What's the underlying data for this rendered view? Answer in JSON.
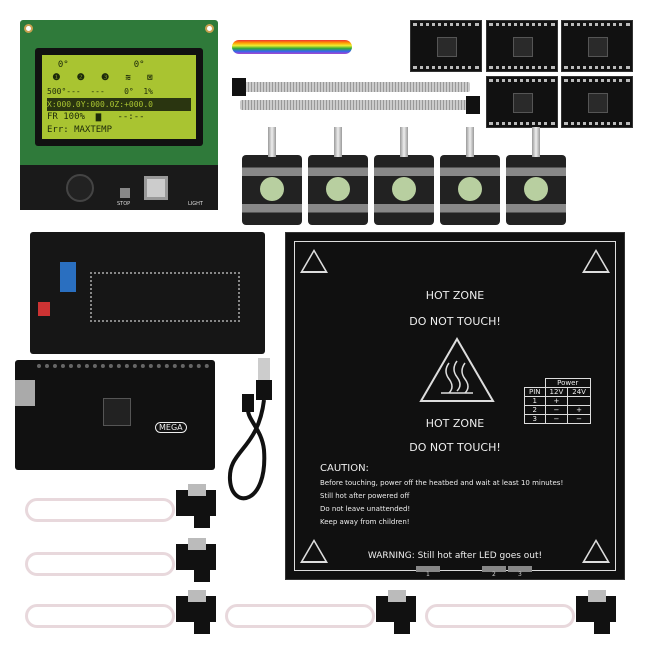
{
  "lcd": {
    "line1": "  0°            0°",
    "line2": " ❶   ❷   ❸   ≋   ⊠",
    "line3": "500°---  ---    0°  1%",
    "coords": "X:000.0Y:000.0Z:+000.0",
    "line5": "FR 100%  ▆   --:--",
    "error": "Err: MAXTEMP",
    "stop_label": "STOP",
    "light_label": "LIGHT"
  },
  "heatbed": {
    "hot_zone": "HOT ZONE",
    "do_not_touch": "DO NOT TOUCH!",
    "caution_title": "CAUTION:",
    "caution_lines": [
      "Before touching, power off the heatbed and wait at least 10 minutes!",
      "Still hot after powered off",
      "Do not leave unattended!",
      "Keep away from children!"
    ],
    "warning": "WARNING: Still hot after LED goes out!",
    "power_table": {
      "header": "Power",
      "columns": [
        "PIN",
        "12V",
        "24V"
      ],
      "rows": [
        [
          "1",
          "+",
          ""
        ],
        [
          "2",
          "−",
          "+"
        ],
        [
          "3",
          "−",
          "−"
        ]
      ]
    },
    "pin_labels": [
      "1",
      "2",
      "3"
    ]
  },
  "mega": {
    "label": "MEGA"
  },
  "colors": {
    "lcd_screen": "#a9c431",
    "pcb_green": "#2f7a3a",
    "board_black": "#111111"
  }
}
